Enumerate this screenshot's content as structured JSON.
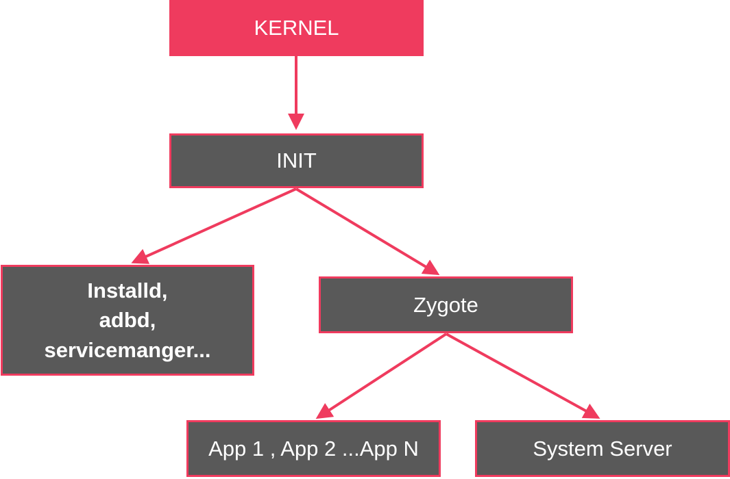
{
  "colors": {
    "accent": "#ef3b5e",
    "box_fill": "#595959",
    "text": "#ffffff"
  },
  "nodes": {
    "kernel": "KERNEL",
    "init": "INIT",
    "daemons": [
      "Installd,",
      "adbd,",
      "servicemanger..."
    ],
    "zygote": "Zygote",
    "apps": "App 1 , App 2 ...App N",
    "system_server": "System Server"
  },
  "edges": [
    {
      "from": "kernel",
      "to": "init"
    },
    {
      "from": "init",
      "to": "daemons"
    },
    {
      "from": "init",
      "to": "zygote"
    },
    {
      "from": "zygote",
      "to": "apps"
    },
    {
      "from": "zygote",
      "to": "system_server"
    }
  ]
}
